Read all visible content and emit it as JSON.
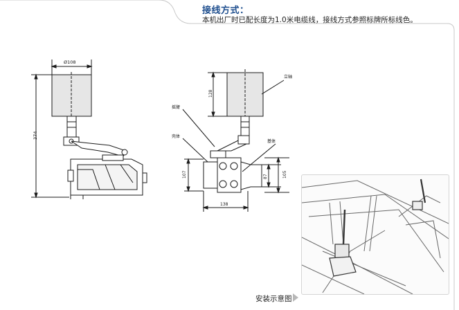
{
  "header": {
    "title": "接线方式：",
    "text": "本机出厂时已配长度为1.0米电缆线，接线方式参照标牌所标线色。"
  },
  "left_drawing": {
    "dim_diameter": "Ø108",
    "dim_height": "374"
  },
  "right_drawing": {
    "dim_128": "128",
    "dim_107": "107",
    "dim_87": "87",
    "dim_105": "105",
    "dim_138": "138",
    "label_lizhou": "立轴",
    "label_yaobi": "摇臂",
    "label_keti": "壳体",
    "label_jiti": "基体"
  },
  "photo": {
    "caption": "安装示意图"
  },
  "colors": {
    "title_blue": "#1f4f8f",
    "frame_gray": "#c8c8c8",
    "drawing_line": "#1a1a1a",
    "body_fill": "#e6e6e6"
  }
}
